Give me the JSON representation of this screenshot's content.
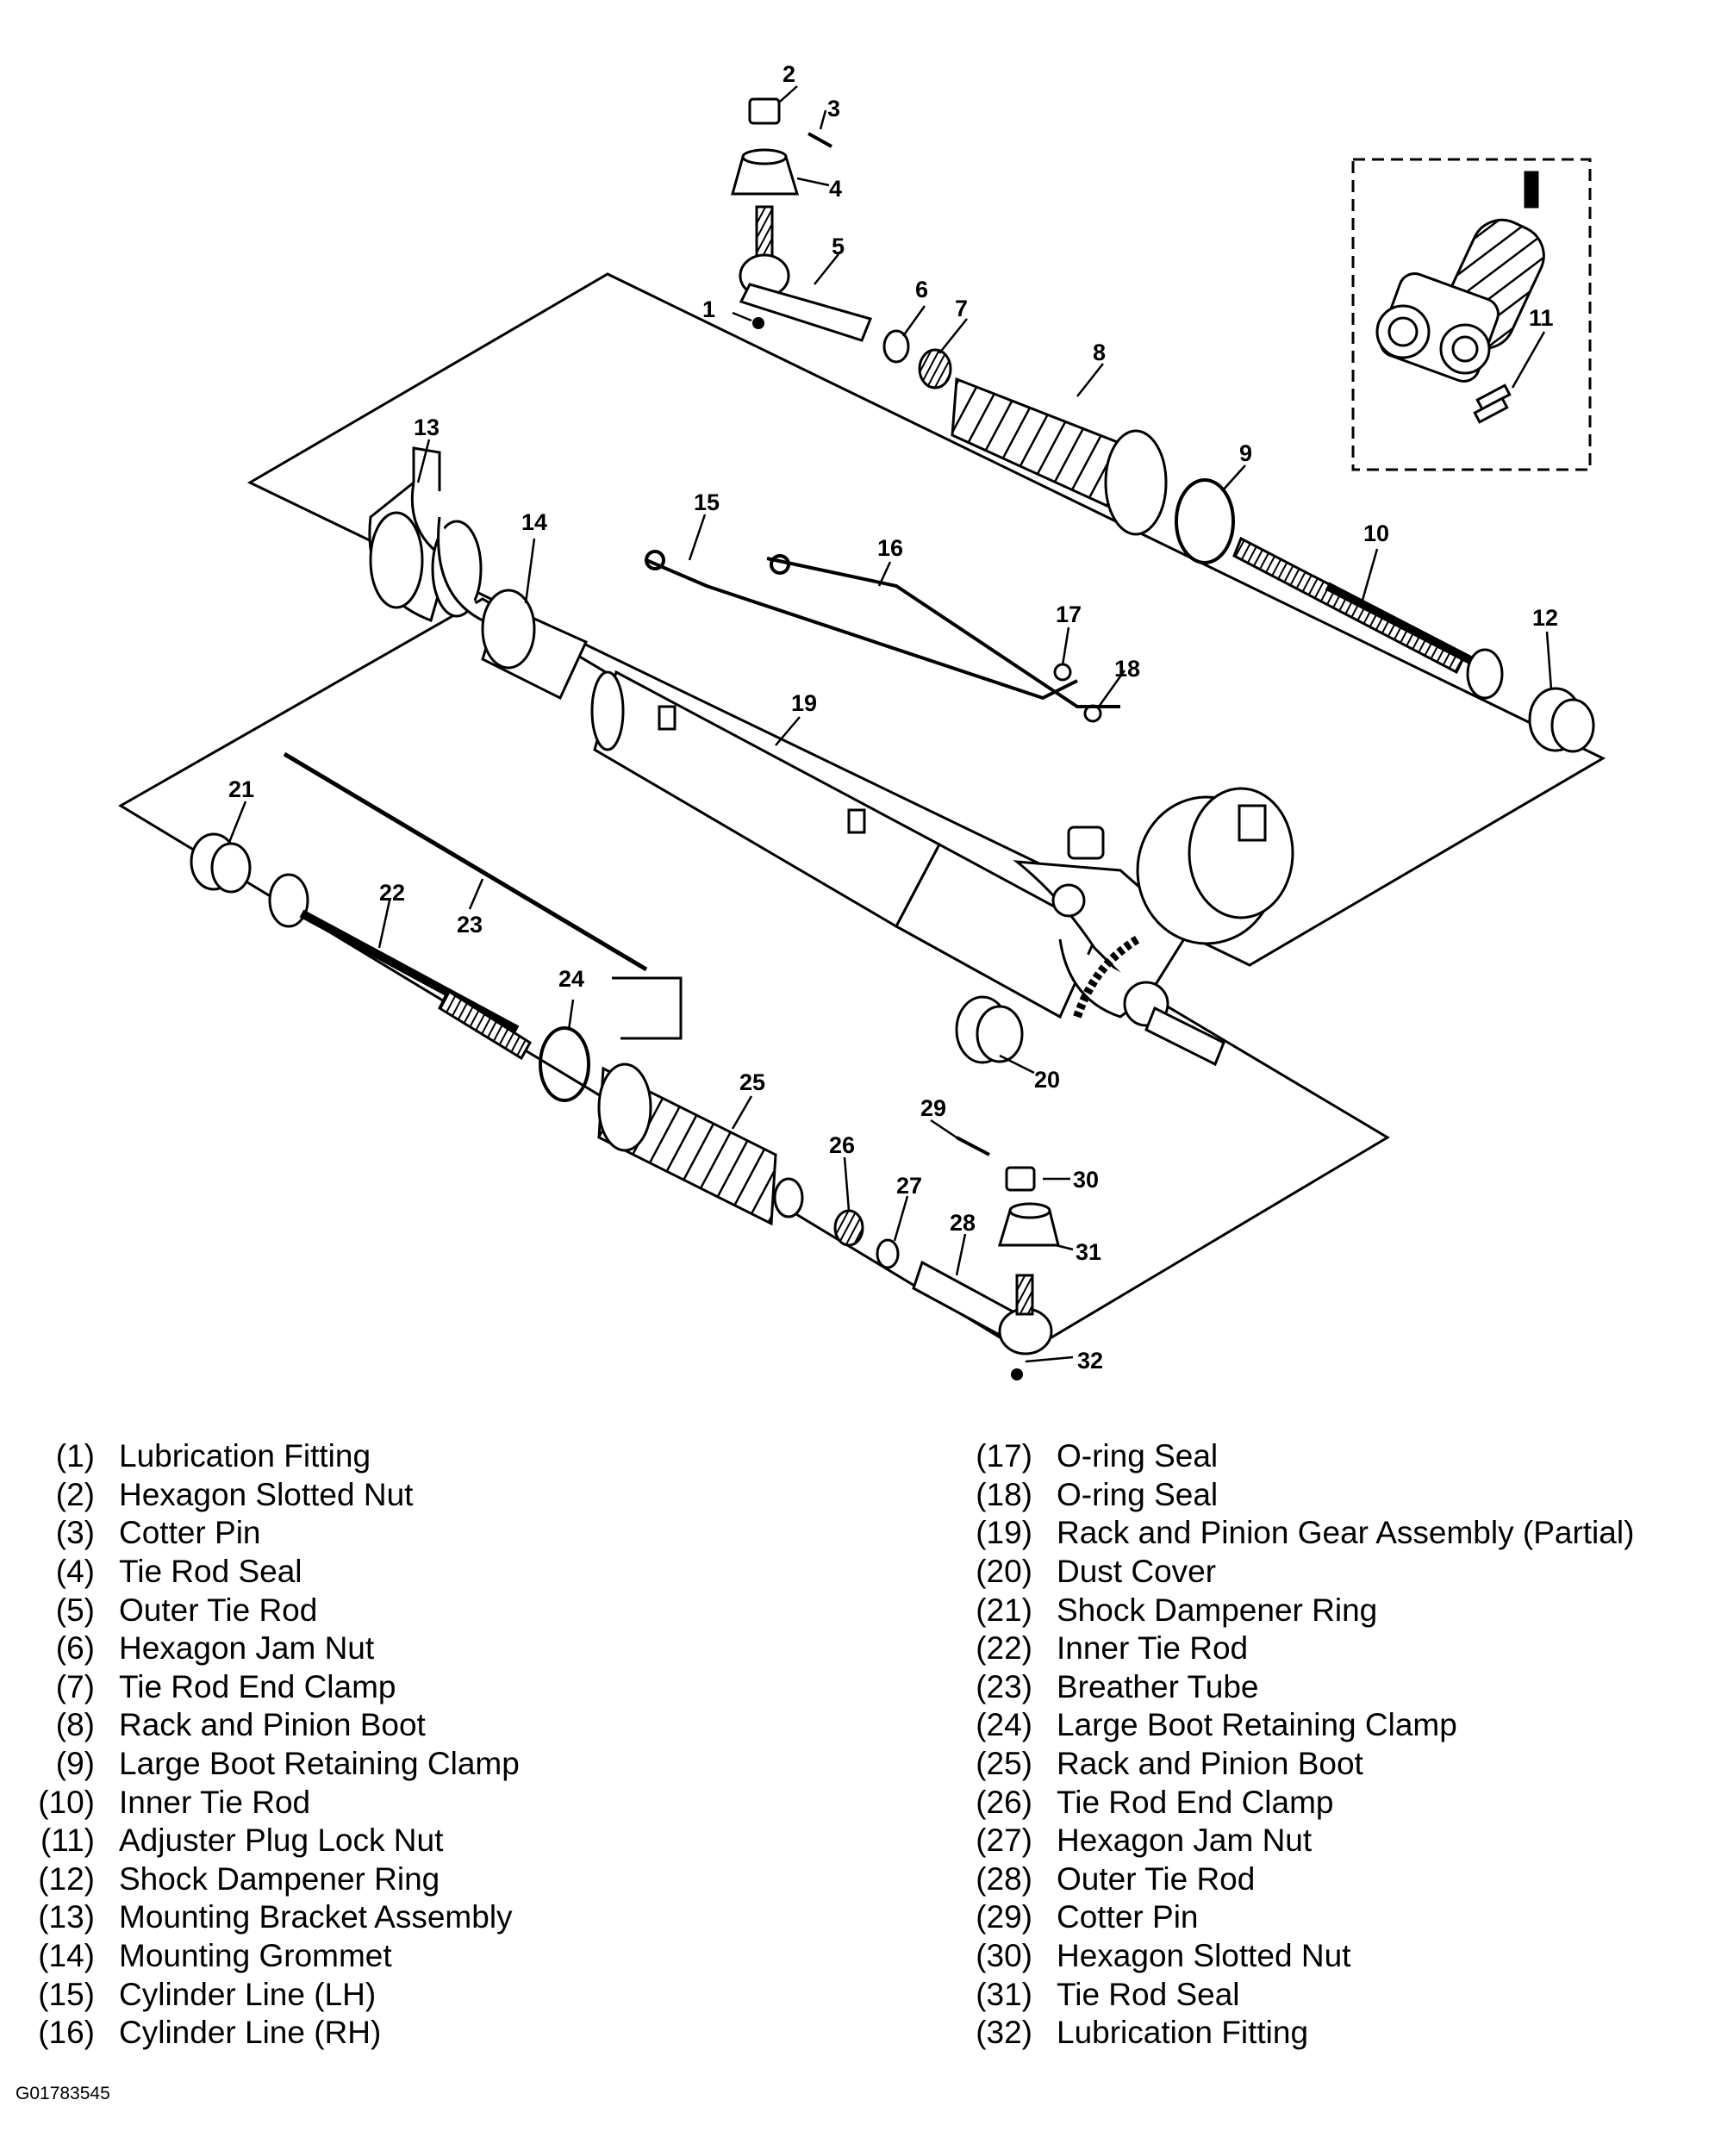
{
  "figure_id": "G01783545",
  "callouts": [
    "1",
    "2",
    "3",
    "4",
    "5",
    "6",
    "7",
    "8",
    "9",
    "10",
    "11",
    "12",
    "13",
    "14",
    "15",
    "16",
    "17",
    "18",
    "19",
    "20",
    "21",
    "22",
    "23",
    "24",
    "25",
    "26",
    "27",
    "28",
    "29",
    "30",
    "31",
    "32"
  ],
  "legend_left": [
    {
      "num": "(1)",
      "label": "Lubrication Fitting"
    },
    {
      "num": "(2)",
      "label": "Hexagon Slotted Nut"
    },
    {
      "num": "(3)",
      "label": "Cotter Pin"
    },
    {
      "num": "(4)",
      "label": "Tie Rod Seal"
    },
    {
      "num": "(5)",
      "label": "Outer Tie Rod"
    },
    {
      "num": "(6)",
      "label": "Hexagon Jam Nut"
    },
    {
      "num": "(7)",
      "label": "Tie Rod End Clamp"
    },
    {
      "num": "(8)",
      "label": "Rack and Pinion Boot"
    },
    {
      "num": "(9)",
      "label": "Large Boot Retaining Clamp"
    },
    {
      "num": "(10)",
      "label": "Inner Tie Rod"
    },
    {
      "num": "(11)",
      "label": "Adjuster Plug Lock Nut"
    },
    {
      "num": "(12)",
      "label": "Shock Dampener Ring"
    },
    {
      "num": "(13)",
      "label": "Mounting Bracket Assembly"
    },
    {
      "num": "(14)",
      "label": "Mounting Grommet"
    },
    {
      "num": "(15)",
      "label": "Cylinder Line (LH)"
    },
    {
      "num": "(16)",
      "label": "Cylinder Line (RH)"
    }
  ],
  "legend_right": [
    {
      "num": "(17)",
      "label": "O-ring Seal"
    },
    {
      "num": "(18)",
      "label": "O-ring Seal"
    },
    {
      "num": "(19)",
      "label": "Rack and Pinion Gear Assembly (Partial)"
    },
    {
      "num": "(20)",
      "label": "Dust Cover"
    },
    {
      "num": "(21)",
      "label": "Shock Dampener Ring"
    },
    {
      "num": "(22)",
      "label": "Inner Tie Rod"
    },
    {
      "num": "(23)",
      "label": "Breather Tube"
    },
    {
      "num": "(24)",
      "label": "Large Boot Retaining Clamp"
    },
    {
      "num": "(25)",
      "label": "Rack and Pinion Boot"
    },
    {
      "num": "(26)",
      "label": "Tie Rod End Clamp"
    },
    {
      "num": "(27)",
      "label": "Hexagon Jam Nut"
    },
    {
      "num": "(28)",
      "label": "Outer Tie Rod"
    },
    {
      "num": "(29)",
      "label": "Cotter Pin"
    },
    {
      "num": "(30)",
      "label": "Hexagon Slotted Nut"
    },
    {
      "num": "(31)",
      "label": "Tie Rod Seal"
    },
    {
      "num": "(32)",
      "label": "Lubrication Fitting"
    }
  ]
}
